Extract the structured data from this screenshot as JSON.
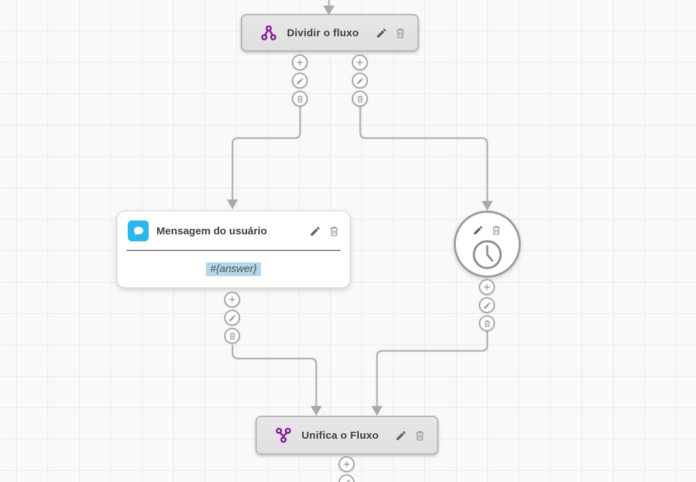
{
  "app": {
    "name": "chatbot-flow-builder"
  },
  "palette": {
    "purple": "#8a189b",
    "blue": "#2ab7ec",
    "connector_gray": "#b2b2b4",
    "node_gray_bg": "#e3e3e4",
    "node_gray_border": "#b6b6b8",
    "highlight_blue": "#b4d9e6",
    "canvas_bg": "#f9f9fa",
    "grid_line": "#e9ebf1"
  },
  "icons": {
    "split": "split-flow-icon",
    "merge": "merge-flow-icon",
    "chat": "chat-bubble-icon",
    "clock": "clock-icon",
    "add": "plus-icon",
    "edit": "pencil-icon",
    "delete": "trash-icon"
  },
  "nodes": {
    "split": {
      "title": "Dividir o fluxo"
    },
    "user_message": {
      "title": "Mensagem do usuário",
      "body": "#{answer}"
    },
    "delay": {
      "type": "wait"
    },
    "merge": {
      "title": "Unifica o Fluxo"
    }
  }
}
